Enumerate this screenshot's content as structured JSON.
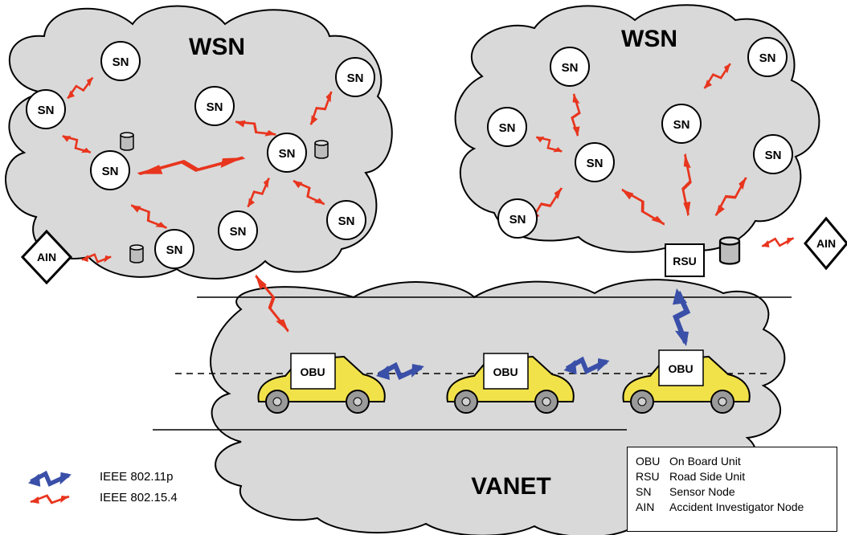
{
  "clouds": {
    "left_title": "WSN",
    "right_title": "WSN",
    "bottom_title": "VANET"
  },
  "nodes": {
    "sensor": "SN",
    "ain": "AIN",
    "rsu": "RSU",
    "obu": "OBU"
  },
  "links": {
    "blue_label": "IEEE 802.11p",
    "red_label": "IEEE 802.15.4"
  },
  "legend": [
    {
      "abbr": "OBU",
      "text": "On Board Unit"
    },
    {
      "abbr": "RSU",
      "text": "Road Side Unit"
    },
    {
      "abbr": "SN",
      "text": "Sensor Node"
    },
    {
      "abbr": "AIN",
      "text": "Accident Investigator Node"
    }
  ],
  "colors": {
    "cloud": "#d9d9d9",
    "car": "#f2e24a",
    "wsn_link": "#e8351e",
    "vanet_link": "#3a4fa8"
  }
}
